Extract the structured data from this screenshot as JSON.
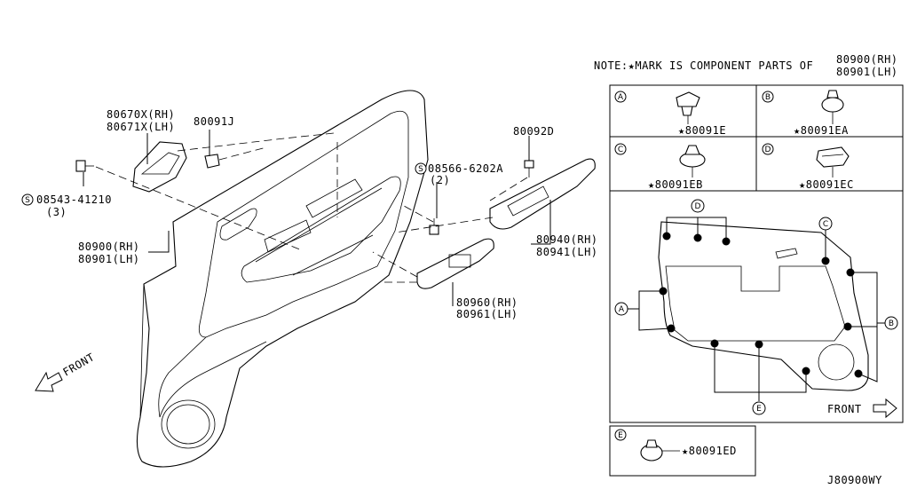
{
  "note": "NOTE:★MARK IS COMPONENT PARTS OF",
  "note_parts": [
    "80900(RH)",
    "80901(LH)"
  ],
  "labels": {
    "handle_rh": "80670X(RH)",
    "handle_lh": "80671X(LH)",
    "clip_80091j": "80091J",
    "screw_left": "08543-41210",
    "screw_left_qty": "(3)",
    "screw_mid": "08566-6202A",
    "screw_mid_qty": "(2)",
    "clip_80092d": "80092D",
    "trim_rh": "80900(RH)",
    "trim_lh": "80901(LH)",
    "finisher_rh": "80940(RH)",
    "finisher_lh": "80941(LH)",
    "switch_rh": "80960(RH)",
    "switch_lh": "80961(LH)",
    "front_left": "FRONT",
    "front_right": "FRONT",
    "diagram_code": "J80900WY"
  },
  "component_cells": [
    {
      "letter": "A",
      "part": "80091E"
    },
    {
      "letter": "B",
      "part": "80091EA"
    },
    {
      "letter": "C",
      "part": "80091EB"
    },
    {
      "letter": "D",
      "part": "80091EC"
    },
    {
      "letter": "E",
      "part": "80091ED"
    }
  ],
  "callouts": {
    "A": "A",
    "B": "B",
    "C": "C",
    "D": "D",
    "E": "E",
    "S1": "S",
    "S2": "S"
  },
  "star": "★"
}
